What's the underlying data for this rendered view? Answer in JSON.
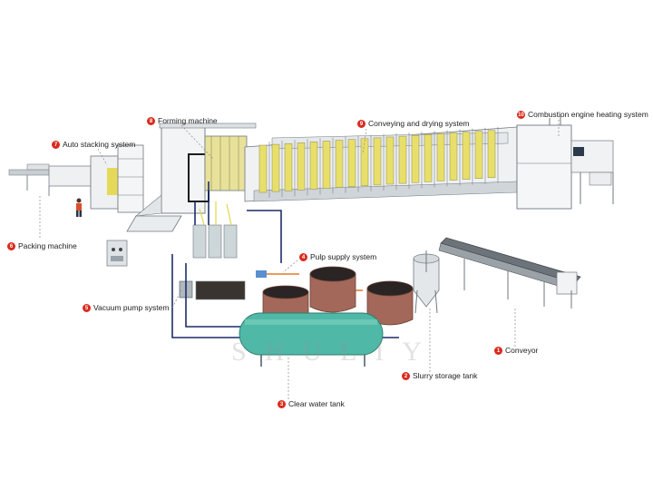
{
  "labels": [
    {
      "num": "1",
      "text": "Conveyor"
    },
    {
      "num": "2",
      "text": "Slurry storage tank"
    },
    {
      "num": "3",
      "text": "Clear water tank"
    },
    {
      "num": "4",
      "text": "Pulp supply system"
    },
    {
      "num": "5",
      "text": "Vacuum pump system"
    },
    {
      "num": "6",
      "text": "Packing machine"
    },
    {
      "num": "7",
      "text": "Auto stacking system"
    },
    {
      "num": "8",
      "text": "Forming machine"
    },
    {
      "num": "9",
      "text": "Conveying and drying system"
    },
    {
      "num": "10",
      "text": "Combustion engine heating system"
    }
  ],
  "watermark": "SHULIY",
  "colors": {
    "badge": "#d92b1e",
    "frame": "#6f7880",
    "dryer_rack": "#e8df6a",
    "water_tank": "#4fb8a6",
    "pulp_tank": "#a3685a",
    "water_pipe": "#1d2c6a",
    "pulp_pipe": "#e07a2a"
  }
}
